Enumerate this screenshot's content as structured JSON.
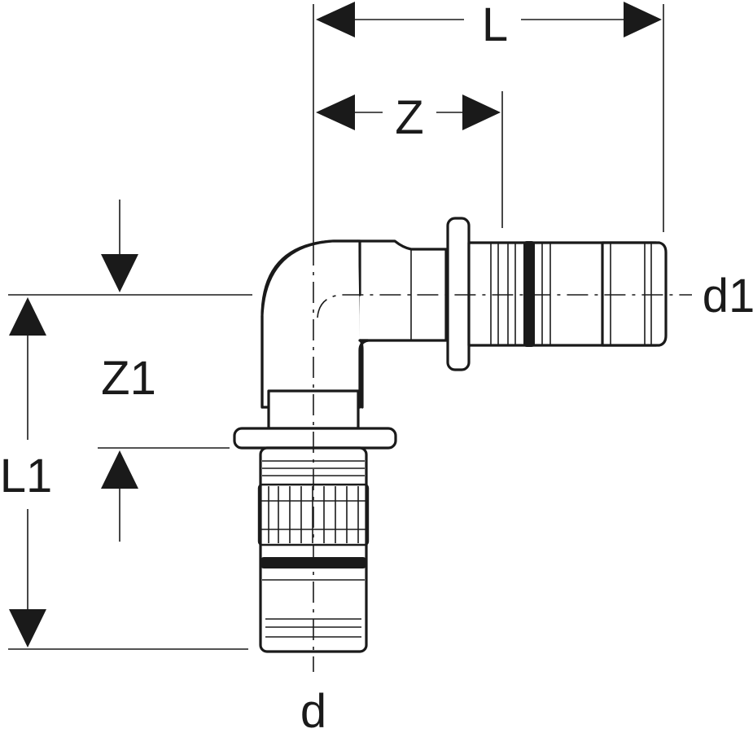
{
  "labels": {
    "L": "L",
    "Z": "Z",
    "d1": "d1",
    "Z1": "Z1",
    "L1": "L1",
    "d": "d"
  }
}
